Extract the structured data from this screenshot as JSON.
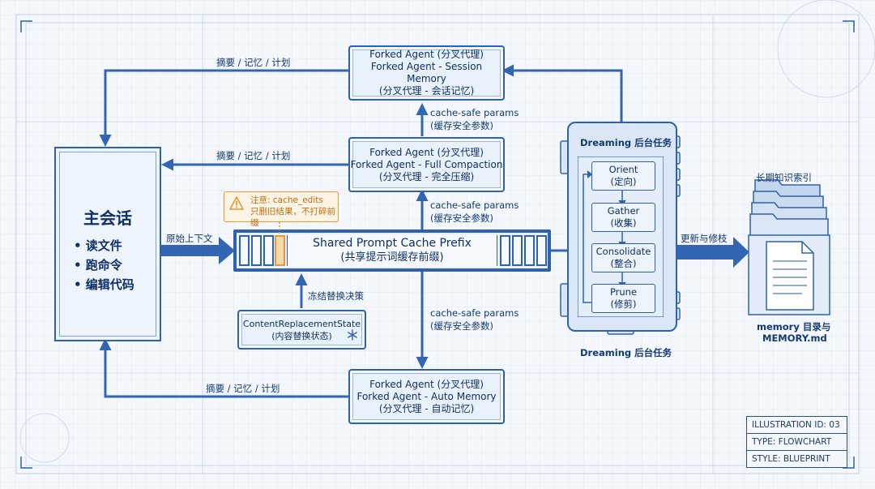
{
  "main_session": {
    "title": "主会话",
    "items": [
      "• 读文件",
      "• 跑命令",
      "• 编辑代码"
    ]
  },
  "forked": {
    "session_memory": [
      "Forked Agent (分叉代理)",
      "Forked Agent - Session Memory",
      "(分叉代理 - 会话记忆)"
    ],
    "full_compaction": [
      "Forked Agent (分叉代理)",
      "Forked Agent - Full Compaction",
      "(分叉代理 - 完全压缩)"
    ],
    "auto_memory": [
      "Forked Agent (分叉代理)",
      "Forked Agent - Auto Memory",
      "(分叉代理 - 自动记忆)"
    ]
  },
  "labels": {
    "summary_top": "摘要 / 记忆 / 计划",
    "summary_mid": "摘要 / 记忆 / 计划",
    "summary_bottom": "摘要 / 记忆 / 计划",
    "original_context": "原始上下文",
    "cache_safe_1": "cache-safe params",
    "cache_safe_1_zh": "(缓存安全参数)",
    "cache_safe_2": "cache-safe params",
    "cache_safe_2_zh": "(缓存安全参数)",
    "cache_safe_3": "cache-safe params",
    "cache_safe_3_zh": "(缓存安全参数)",
    "freeze_decision": "冻结替换决策",
    "update_prune": "更新与修枝",
    "long_term_index": "长期知识索引",
    "memory_dir_1": "memory 目录与",
    "memory_dir_2": "MEMORY.md",
    "dreaming_bottom": "Dreaming 后台任务"
  },
  "note": {
    "line1": "注意: cache_edits",
    "line2": "只删旧结果，不打碎前缀"
  },
  "cache_prefix": {
    "title": "Shared Prompt Cache Prefix",
    "subtitle": "(共享提示词缓存前缀)"
  },
  "replacement_state": {
    "name": "ContentReplacementState",
    "zh": "(内容替换状态)"
  },
  "dreaming": {
    "title": "Dreaming 后台任务",
    "steps": [
      [
        "Orient",
        "(定向)"
      ],
      [
        "Gather",
        "(收集)"
      ],
      [
        "Consolidate",
        "(整合)"
      ],
      [
        "Prune",
        "(修剪)"
      ]
    ]
  },
  "legend": {
    "id": "ILLUSTRATION ID: 03",
    "type": "TYPE: FLOWCHART",
    "style": "STYLE: BLUEPRINT"
  },
  "colors": {
    "blue": "#2e62b0",
    "arrow": "#3266b4",
    "orange": "#e59a3a",
    "paper": "#f4f7fb"
  }
}
